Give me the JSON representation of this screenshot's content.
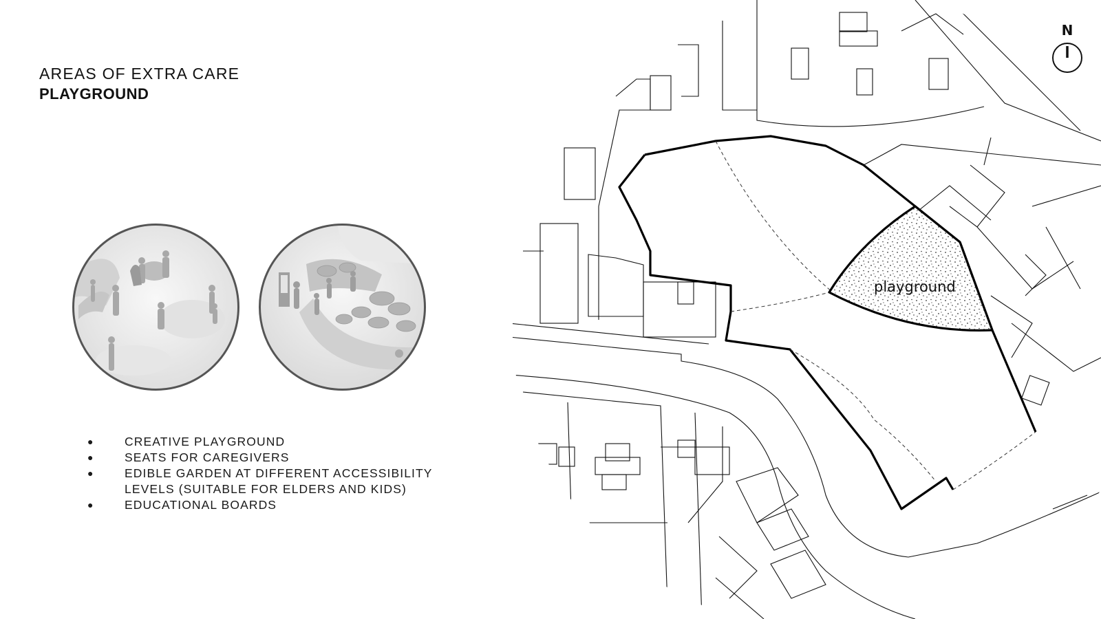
{
  "header": {
    "subtitle": "AREAS OF EXTRA CARE",
    "title": "PLAYGROUND"
  },
  "features": [
    "CREATIVE PLAYGROUND",
    "SEATS FOR CAREGIVERS",
    "EDIBLE GARDEN AT DIFFERENT ACCESSIBILITY\nLEVELS (SUITABLE FOR ELDERS AND KIDS)",
    "EDUCATIONAL BOARDS"
  ],
  "map": {
    "zone_label": "playground",
    "north_label": "N"
  }
}
